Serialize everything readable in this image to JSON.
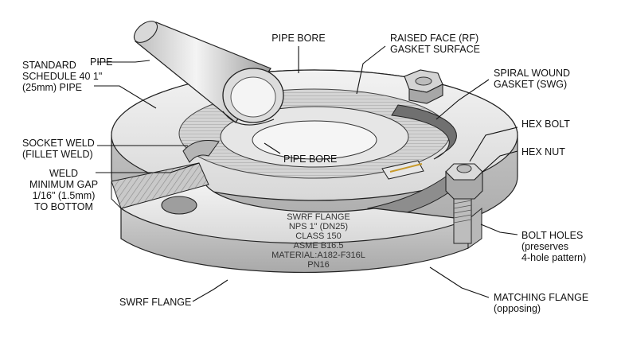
{
  "labels": {
    "pipe": "PIPE",
    "standard_pipe": [
      "STANDARD",
      "SCHEDULE 40 1\"",
      "(25mm) PIPE"
    ],
    "socket_weld": [
      "SOCKET WELD",
      "(FILLET WELD)"
    ],
    "weld_gap": [
      "WELD",
      "MINIMUM GAP",
      "1/16\" (1.5mm)",
      "TO BOTTOM"
    ],
    "pipe_bore_top": "PIPE BORE",
    "pipe_bore_mid": "PIPE BORE",
    "raised_face": [
      "RAISED FACE (RF)",
      "GASKET SURFACE"
    ],
    "spiral_gasket": [
      "SPIRAL WOUND",
      "GASKET (SWG)"
    ],
    "hex_bolt": "HEX BOLT",
    "hex_nut": "HEX NUT",
    "bolt_holes": [
      "BOLT HOLES",
      "(preserves",
      "4-hole pattern)"
    ],
    "swrf_flange": "SWRF FLANGE",
    "matching_flange": [
      "MATCHING FLANGE",
      "(opposing)"
    ]
  },
  "engraving": [
    "SWRF FLANGE",
    "NPS 1\" (DN25)",
    "CLASS 150",
    "ASME B16.5",
    "MATERIAL:A182-F316L",
    "PN16"
  ],
  "colors": {
    "metal_light": "#e9e9e9",
    "metal_mid": "#cfcfcf",
    "metal_dark": "#9a9a9a",
    "gasket": "#6f6f6f",
    "gasket_accent": "#c89a2a",
    "outline": "#222222"
  }
}
